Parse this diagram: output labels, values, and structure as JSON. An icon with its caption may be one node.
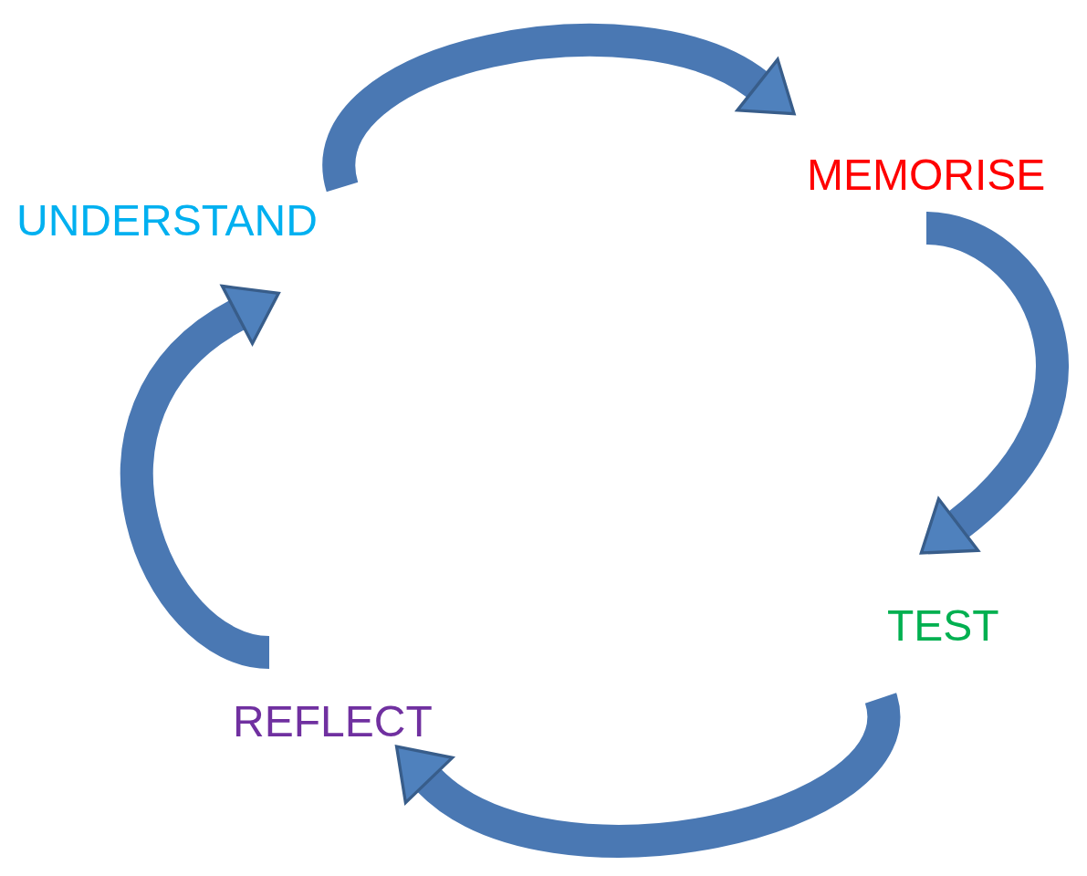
{
  "diagram": {
    "nodes": [
      {
        "text": [
          "UNDERSTAND"
        ]
      },
      {
        "text": [
          "MEMORISE"
        ]
      },
      {
        "text": [
          "TEST"
        ]
      },
      {
        "text": [
          "REFLECT"
        ]
      }
    ],
    "edges": [
      {
        "from": 0,
        "to": 1,
        "arrow": "to"
      },
      {
        "from": 1,
        "to": 2,
        "arrow": "to"
      },
      {
        "from": 2,
        "to": 3,
        "arrow": "to"
      },
      {
        "from": 3,
        "to": 0,
        "arrow": "to"
      }
    ]
  }
}
